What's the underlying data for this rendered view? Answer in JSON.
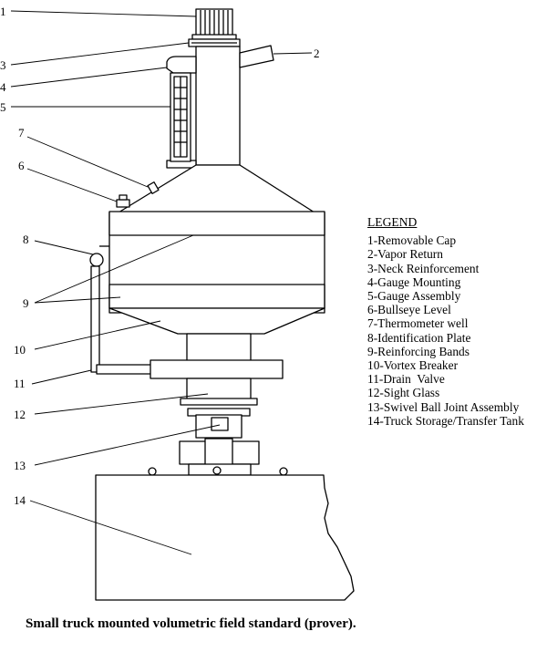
{
  "callout_numbers": [
    "1",
    "2",
    "3",
    "4",
    "5",
    "7",
    "6",
    "8",
    "9",
    "10",
    "11",
    "12",
    "13",
    "14"
  ],
  "legend": {
    "title": "LEGEND",
    "items": [
      "1-Removable Cap",
      "2-Vapor Return",
      "3-Neck Reinforcement",
      "4-Gauge Mounting",
      "5-Gauge Assembly",
      "6-Bullseye Level",
      "7-Thermometer well",
      "8-Identification Plate",
      "9-Reinforcing Bands",
      "10-Vortex Breaker",
      "11-Drain  Valve",
      "12-Sight Glass",
      "13-Swivel Ball Joint Assembly",
      "14-Truck Storage/Transfer Tank"
    ]
  },
  "caption": "Small truck mounted volumetric field standard (prover)."
}
